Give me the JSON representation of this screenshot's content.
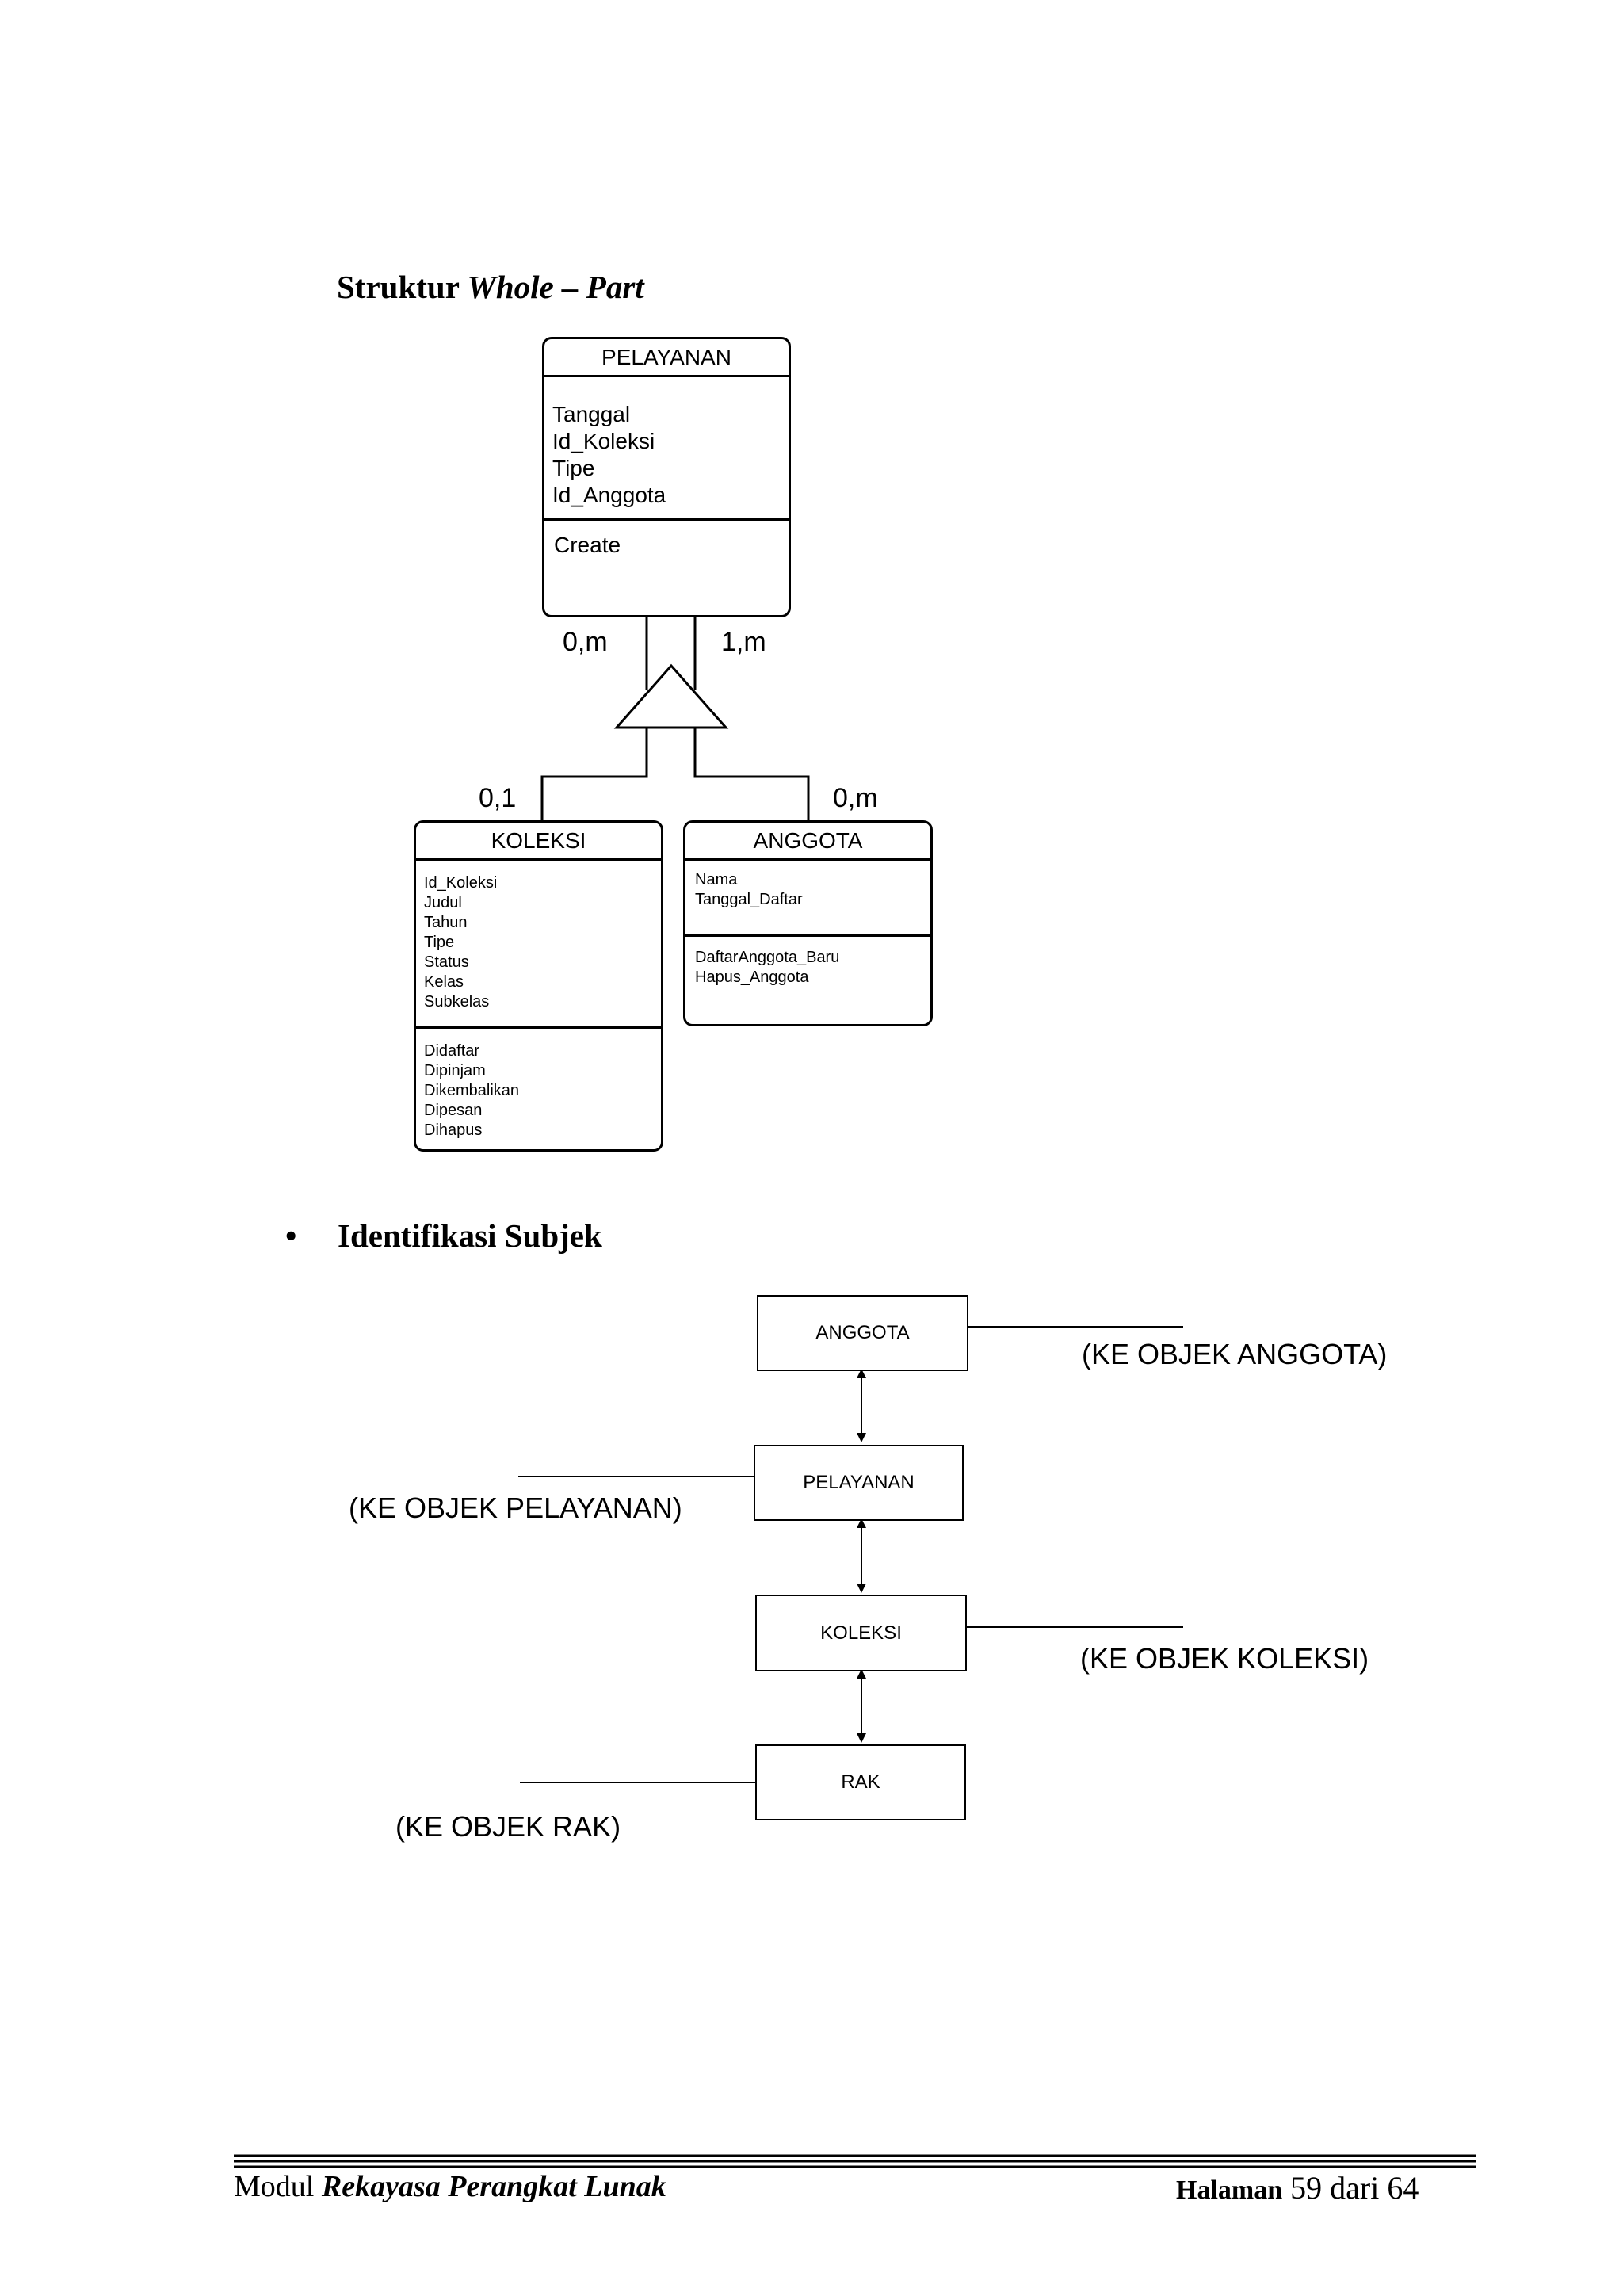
{
  "section1": {
    "title_prefix": "Struktur",
    "title_italic": "Whole – Part"
  },
  "classes": {
    "pelayanan": {
      "name": "PELAYANAN",
      "attributes": [
        "Tanggal",
        "Id_Koleksi",
        "Tipe",
        "Id_Anggota"
      ],
      "operations": [
        "Create"
      ]
    },
    "koleksi": {
      "name": "KOLEKSI",
      "attributes": [
        "Id_Koleksi",
        "Judul",
        "Tahun",
        "Tipe",
        "Status",
        "Kelas",
        "Subkelas"
      ],
      "operations": [
        "Didaftar",
        "Dipinjam",
        "Dikembalikan",
        "Dipesan",
        "Dihapus"
      ]
    },
    "anggota": {
      "name": "ANGGOTA",
      "attributes": [
        "Nama",
        "Tanggal_Daftar"
      ],
      "operations": [
        "DaftarAnggota_Baru",
        "Hapus_Anggota"
      ]
    }
  },
  "multiplicities": {
    "top_left": "0,m",
    "top_right": "1,m",
    "koleksi": "0,1",
    "anggota": "0,m"
  },
  "section2": {
    "bullet": "•",
    "title": "Identifikasi Subjek"
  },
  "subjects": {
    "anggota": "ANGGOTA",
    "pelayanan": "PELAYANAN",
    "koleksi": "KOLEKSI",
    "rak": "RAK"
  },
  "subject_notes": {
    "anggota": "(KE OBJEK ANGGOTA)",
    "pelayanan": "(KE OBJEK PELAYANAN)",
    "koleksi": "(KE OBJEK KOLEKSI)",
    "rak": "(KE OBJEK RAK)"
  },
  "footer": {
    "modul": "Modul",
    "modul_title": "Rekayasa Perangkat Lunak",
    "halaman": "Halaman",
    "page_info": "59 dari 64"
  }
}
